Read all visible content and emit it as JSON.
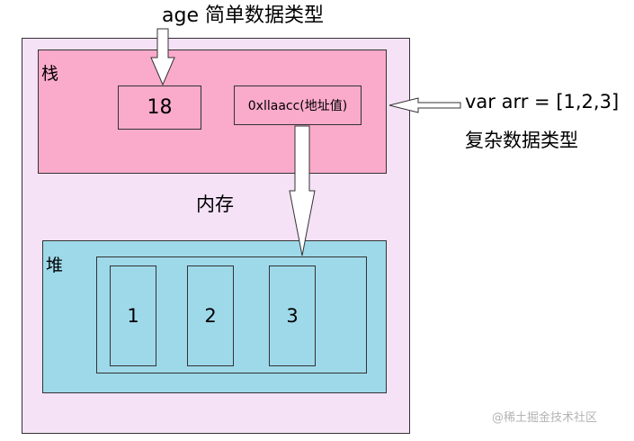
{
  "labels": {
    "age_simple": "age 简单数据类型",
    "stack": "栈",
    "memory": "内存",
    "heap": "堆",
    "arr_code": "var arr = [1,2,3]",
    "complex_type": "复杂数据类型",
    "watermark": "@稀土掘金技术社区"
  },
  "stack_values": {
    "age": "18",
    "address": "0xllaacc(地址值)"
  },
  "heap_values": [
    "1",
    "2",
    "3"
  ],
  "colors": {
    "memory_fill": "#f5e2f7",
    "stack_fill": "#faaaca",
    "heap_fill": "#9ed9ea",
    "watermark": "#b4b4b4"
  }
}
